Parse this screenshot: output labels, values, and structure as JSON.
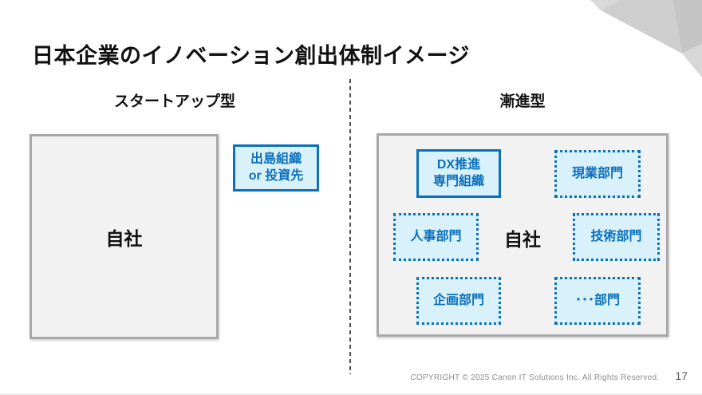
{
  "title": "日本企業のイノベーション創出体制イメージ",
  "sections": {
    "left": {
      "header": "スタートアップ型",
      "company_box": "自社",
      "external_box": {
        "line1": "出島組織",
        "line2": "or 投資先"
      }
    },
    "right": {
      "header": "漸進型",
      "company_label": "自社",
      "dx_box": {
        "line1": "DX推進",
        "line2": "専門組織"
      },
      "departments": [
        "現業部門",
        "人事部門",
        "技術部門",
        "企画部門",
        "･･･部門"
      ]
    }
  },
  "footer": {
    "copyright": "COPYRIGHT © 2025 Canon IT Solutions Inc. All Rights Reserved.",
    "page_number": "17"
  },
  "colors": {
    "accent_blue": "#0b70bd",
    "blue_box_fill": "#d9f1fb",
    "gray_box_border": "#a8a8a8",
    "gray_box_fill": "#f2f2f2",
    "divider_gray": "#4d4d4d"
  }
}
